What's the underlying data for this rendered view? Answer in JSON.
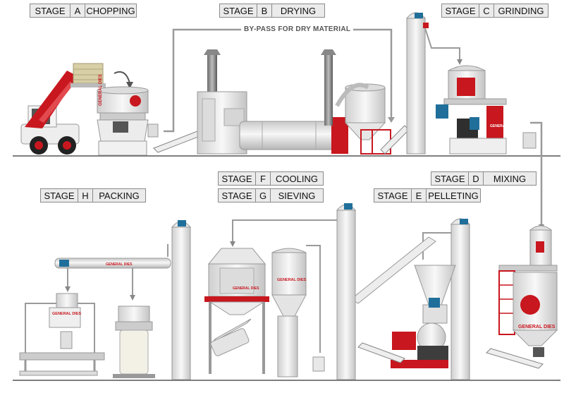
{
  "bypass_label": "BY-PASS FOR DRY MATERIAL",
  "brand_text": "GENERAL DIES",
  "colors": {
    "accent": "#c8171e",
    "machine": "#e6e6e6",
    "outline": "#9a9a9a",
    "dark": "#3d3d3d",
    "blue": "#1f6f9a"
  },
  "stages": {
    "a": {
      "word": "STAGE",
      "letter": "A",
      "name": "CHOPPING"
    },
    "b": {
      "word": "STAGE",
      "letter": "B",
      "name": "DRYING"
    },
    "c": {
      "word": "STAGE",
      "letter": "C",
      "name": "GRINDING"
    },
    "d": {
      "word": "STAGE",
      "letter": "D",
      "name": "MIXING"
    },
    "e": {
      "word": "STAGE",
      "letter": "E",
      "name": "PELLETING"
    },
    "f": {
      "word": "STAGE",
      "letter": "F",
      "name": "COOLING"
    },
    "g": {
      "word": "STAGE",
      "letter": "G",
      "name": "SIEVING"
    },
    "h": {
      "word": "STAGE",
      "letter": "H",
      "name": "PACKING"
    }
  }
}
